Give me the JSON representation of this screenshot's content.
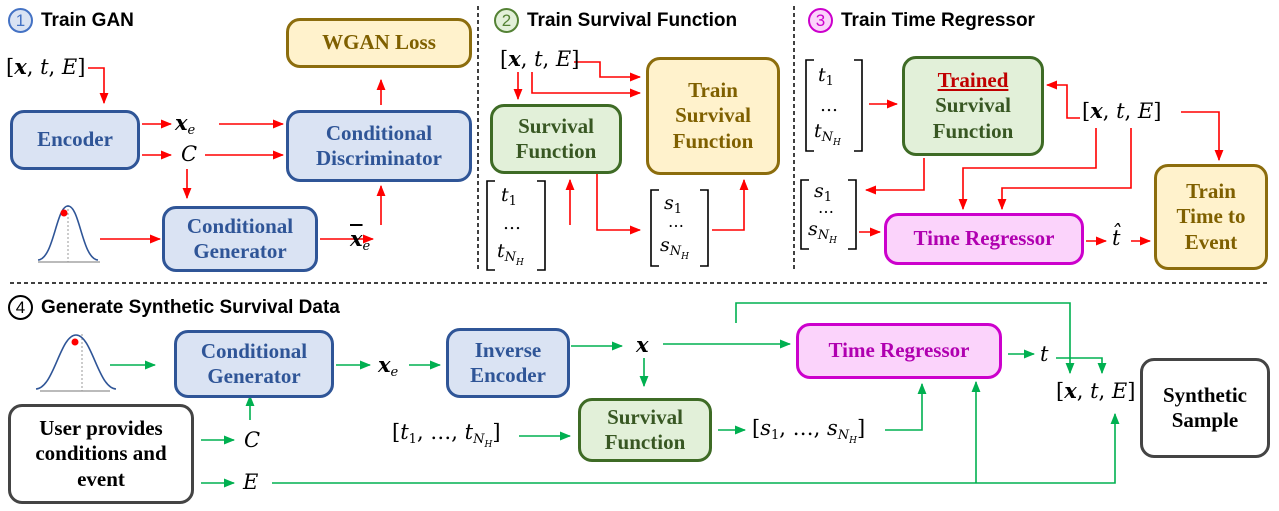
{
  "sections": [
    {
      "num": "1",
      "title": "Train GAN",
      "color": "#4472c4"
    },
    {
      "num": "2",
      "title": "Train Survival Function",
      "color": "#548235"
    },
    {
      "num": "3",
      "title": "Train Time Regressor",
      "color": "#cc00cc"
    },
    {
      "num": "4",
      "title": "Generate Synthetic Survival Data",
      "color": "#000000"
    }
  ],
  "boxes": {
    "wgan_loss": "WGAN Loss",
    "encoder": "Encoder",
    "cond_disc_1": "Conditional",
    "cond_disc_2": "Discriminator",
    "cond_gen_1": "Conditional",
    "cond_gen_2": "Generator",
    "surv_func_1": "Survival",
    "surv_func_2": "Function",
    "train_surv_1": "Train",
    "train_surv_2": "Survival",
    "train_surv_3": "Function",
    "trained_sf_1": "Trained",
    "trained_sf_2": "Survival",
    "trained_sf_3": "Function",
    "time_regressor": "Time Regressor",
    "train_tte_1": "Train",
    "train_tte_2": "Time to",
    "train_tte_3": "Event",
    "cond_gen4_1": "Conditional",
    "cond_gen4_2": "Generator",
    "inv_enc_1": "Inverse",
    "inv_enc_2": "Encoder",
    "surv_func4_1": "Survival",
    "surv_func4_2": "Function",
    "time_regressor4": "Time Regressor",
    "synthetic_1": "Synthetic",
    "synthetic_2": "Sample",
    "user_1": "User provides",
    "user_2": "conditions and",
    "user_3": "event"
  },
  "symbols": {
    "x": "x",
    "t": "t",
    "E": "E",
    "C": "C",
    "e": "e",
    "s": "s",
    "one": "1",
    "NH": "N",
    "H": "H",
    "dots": "…",
    "comma": ", ",
    "lbr": "[",
    "rbr": "]",
    "that": "t̂"
  }
}
